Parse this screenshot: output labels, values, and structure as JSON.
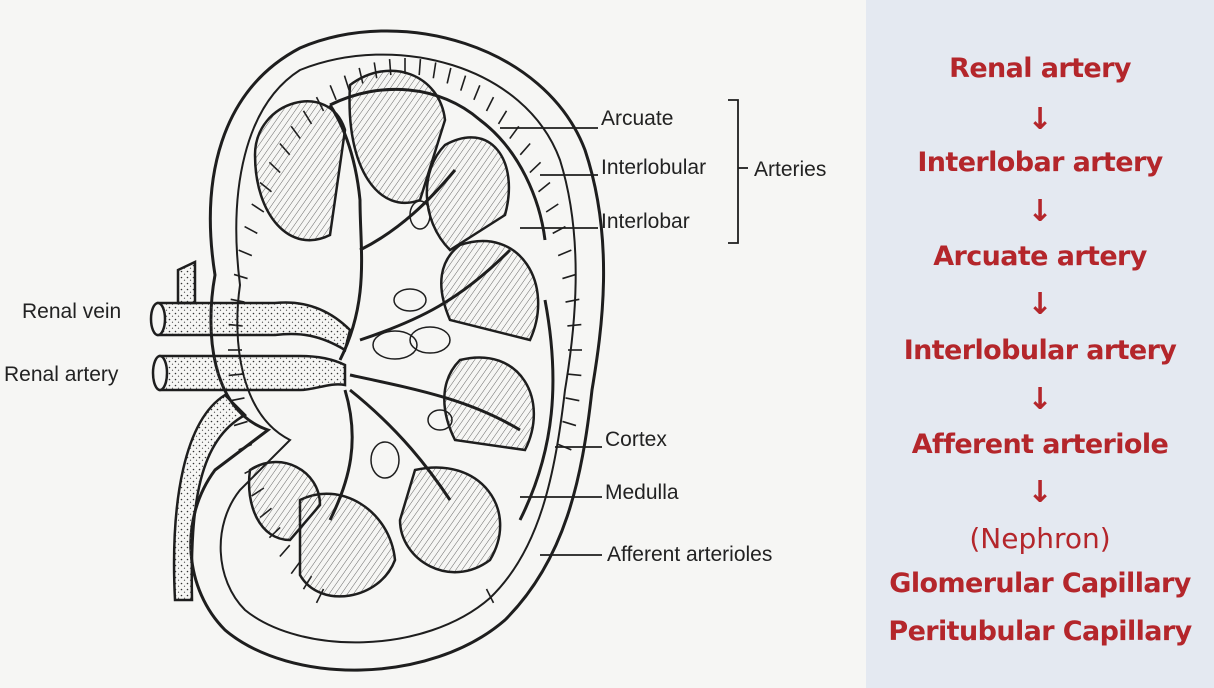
{
  "diagram": {
    "labels": {
      "arcuate": "Arcuate",
      "interlobular": "Interlobular",
      "interlobar": "Interlobar",
      "arteries": "Arteries",
      "renal_vein": "Renal vein",
      "renal_artery": "Renal artery",
      "cortex": "Cortex",
      "medulla": "Medulla",
      "afferent_arterioles": "Afferent arterioles"
    }
  },
  "flow": {
    "arrow_glyph": "↓",
    "steps": [
      "Renal artery",
      "Interlobar artery",
      "Arcuate artery",
      "Interlobular artery",
      "Afferent arteriole",
      "(Nephron)",
      "Glomerular Capillary",
      "Peritubular Capillary"
    ]
  },
  "colors": {
    "flow_text": "#b4262b",
    "flow_background": "#e4e9f1",
    "line_art": "#1e1e1e"
  }
}
